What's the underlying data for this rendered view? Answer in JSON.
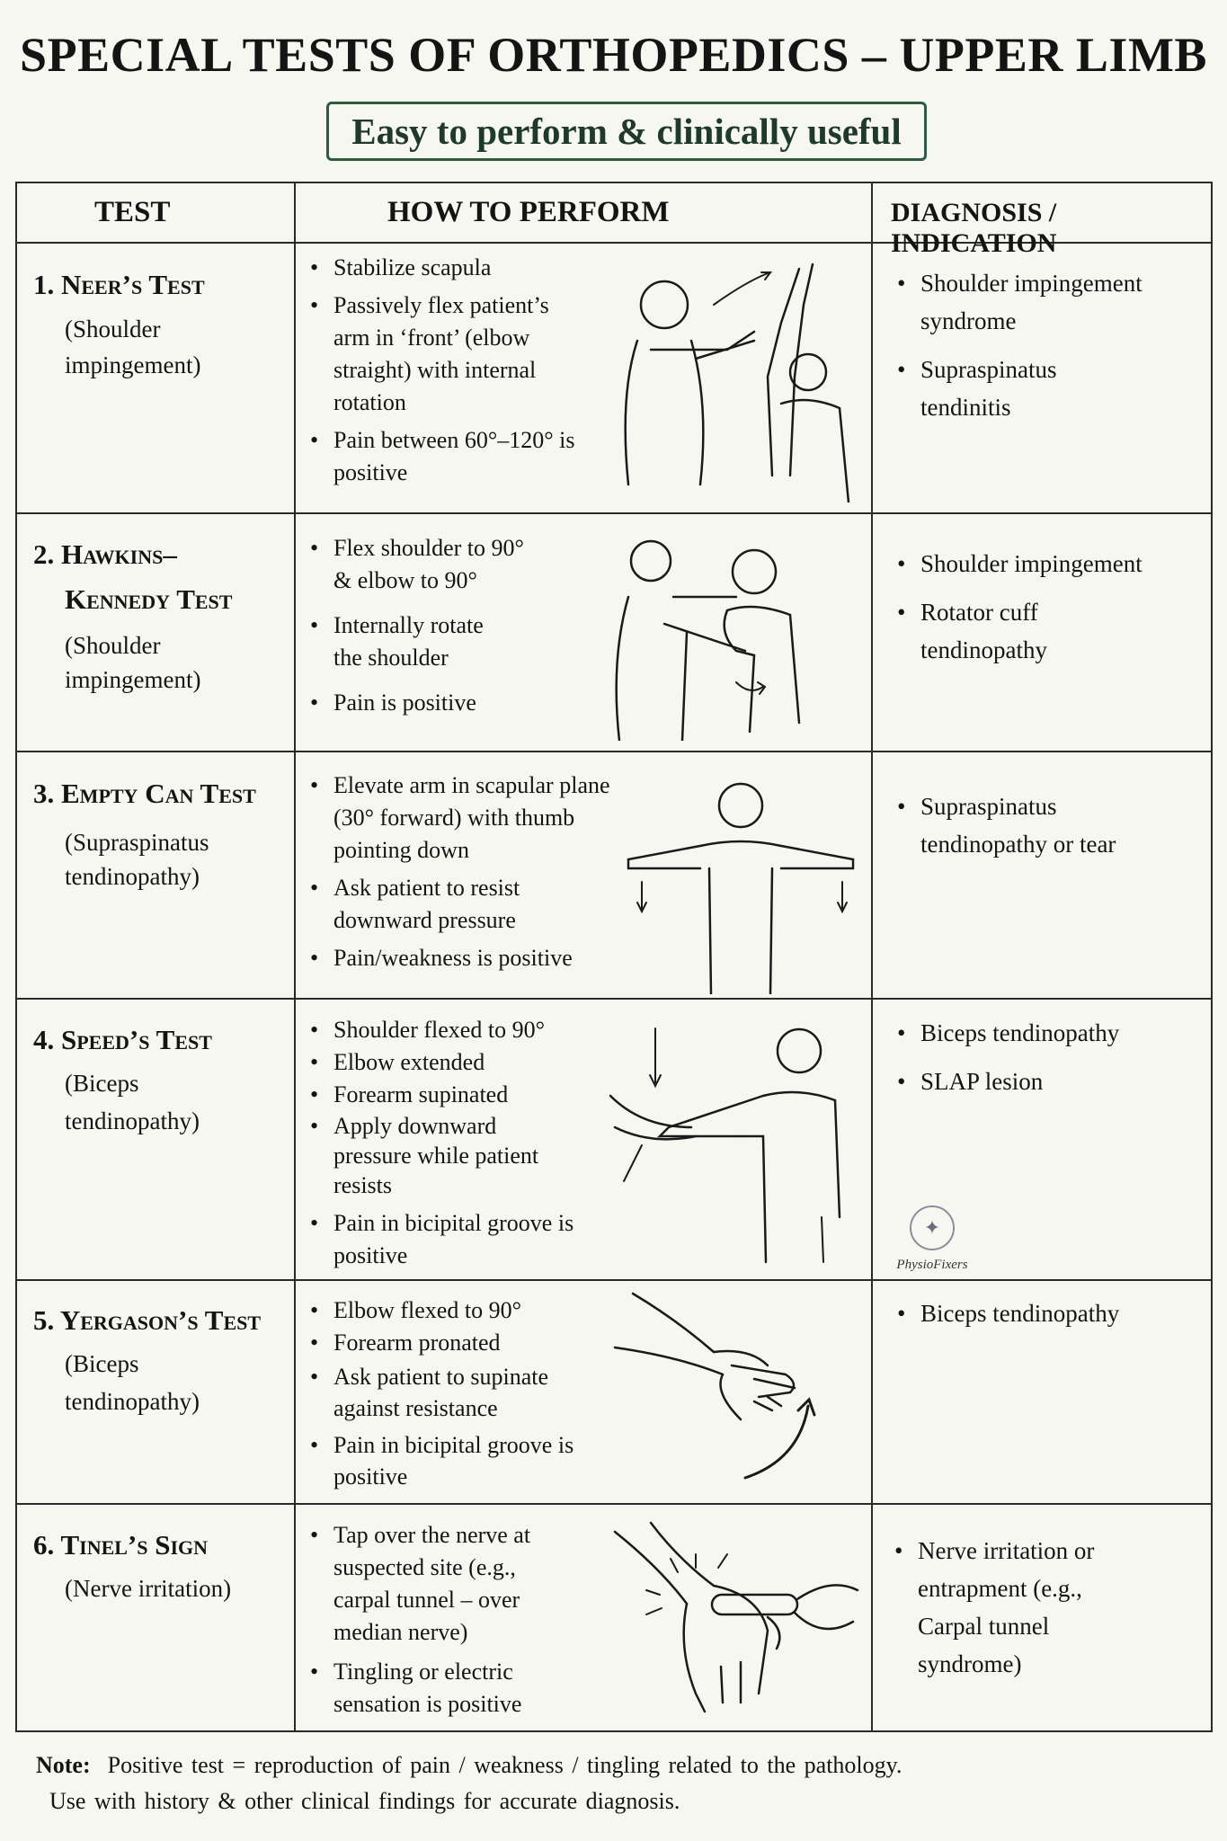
{
  "title": "SPECIAL TESTS OF ORTHOPEDICS – UPPER LIMB",
  "subtitle": "Easy to perform & clinically useful",
  "headers": {
    "test": "TEST",
    "how": "HOW TO PERFORM",
    "diagnosis": "DIAGNOSIS / INDICATION"
  },
  "rows": [
    {
      "number": "1.",
      "name": "Neer’s Test",
      "sub_lines": [
        "(Shoulder",
        "impingement)"
      ],
      "steps": [
        "Stabilize scapula",
        "Passively flex patient’s arm in ‘front’ (elbow straight) with internal rotation",
        "Pain between 60°–120° is positive"
      ],
      "diagnosis": [
        "Shoulder impingement syndrome",
        "Supraspinatus tendinitis"
      ],
      "figure_icon": "shoulder-flexion-illustration"
    },
    {
      "number": "2.",
      "name_lines": [
        "Hawkins–",
        "Kennedy Test"
      ],
      "sub_lines": [
        "(Shoulder",
        "impingement)"
      ],
      "steps": [
        "Flex shoulder to 90° & elbow to 90°",
        "Internally rotate the shoulder",
        "Pain is positive"
      ],
      "diagnosis": [
        "Shoulder impingement",
        "Rotator cuff tendinopathy"
      ],
      "figure_icon": "internal-rotation-illustration"
    },
    {
      "number": "3.",
      "name": "Empty Can Test",
      "sub_lines": [
        "(Supraspinatus",
        "tendinopathy)"
      ],
      "steps": [
        "Elevate arm in scapular plane (30° forward) with thumb pointing down",
        "Ask patient to resist downward pressure",
        "Pain/weakness is positive"
      ],
      "diagnosis": [
        "Supraspinatus tendinopathy or tear"
      ],
      "figure_icon": "arms-abducted-illustration"
    },
    {
      "number": "4.",
      "name": "Speed’s Test",
      "sub_lines": [
        "(Biceps",
        "tendinopathy)"
      ],
      "steps": [
        "Shoulder flexed to 90°",
        "Elbow extended",
        "Forearm supinated",
        "Apply downward pressure while patient resists",
        "Pain in bicipital groove is positive"
      ],
      "diagnosis": [
        "Biceps tendinopathy",
        "SLAP lesion"
      ],
      "figure_icon": "resisted-flexion-illustration"
    },
    {
      "number": "5.",
      "name": "Yergason’s Test",
      "sub_lines": [
        "(Biceps",
        "tendinopathy)"
      ],
      "steps": [
        "Elbow flexed to 90°",
        "Forearm pronated",
        "Ask patient to supinate against resistance",
        "Pain in bicipital groove is positive"
      ],
      "diagnosis": [
        "Biceps tendinopathy"
      ],
      "figure_icon": "resisted-supination-illustration"
    },
    {
      "number": "6.",
      "name": "Tinel’s Sign",
      "sub_lines": [
        "(Nerve irritation)"
      ],
      "steps": [
        "Tap over the nerve at suspected site (e.g., carpal tunnel – over median nerve)",
        "Tingling or electric sensation is positive"
      ],
      "diagnosis": [
        "Nerve irritation or entrapment (e.g., Carpal tunnel syndrome)"
      ],
      "figure_icon": "wrist-tap-illustration"
    }
  ],
  "watermark": "PhysioFixers",
  "note": {
    "label": "Note:",
    "line1": "Positive test = reproduction of pain / weakness / tingling related to the pathology.",
    "line2": "Use with history & other clinical findings for accurate diagnosis."
  }
}
